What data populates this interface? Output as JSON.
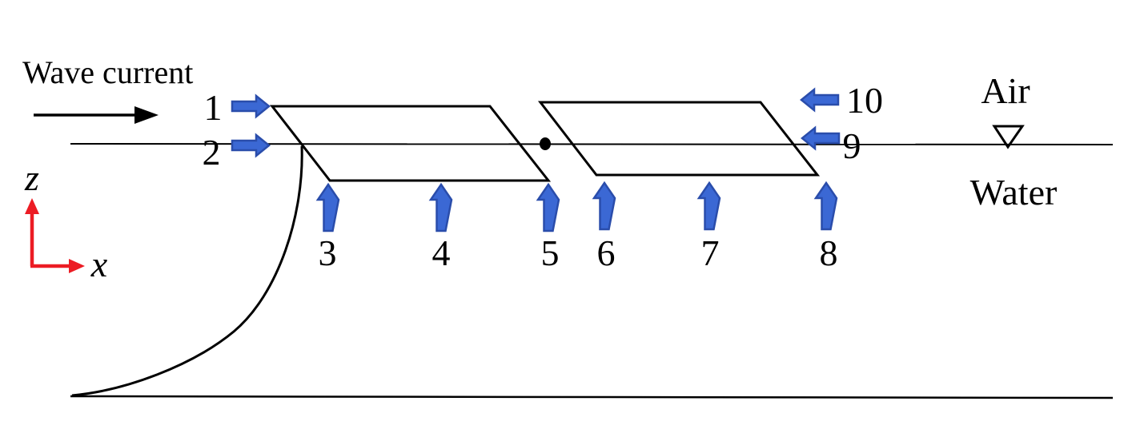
{
  "figure": {
    "kind": "wave-current-floating-breakwater-schematic",
    "labels": {
      "wave_current": "Wave current",
      "air": "Air",
      "water": "Water",
      "axis_z": "z",
      "axis_x": "x"
    },
    "measurement_points": {
      "n1": "1",
      "n2": "2",
      "n3": "3",
      "n4": "4",
      "n5": "5",
      "n6": "6",
      "n7": "7",
      "n8": "8",
      "n9": "9",
      "n10": "10"
    },
    "colors": {
      "arrow_fill": "#3B68D4",
      "arrow_stroke": "#2A4DAB",
      "axis_red": "#EC1C24",
      "ink": "#000000"
    }
  }
}
